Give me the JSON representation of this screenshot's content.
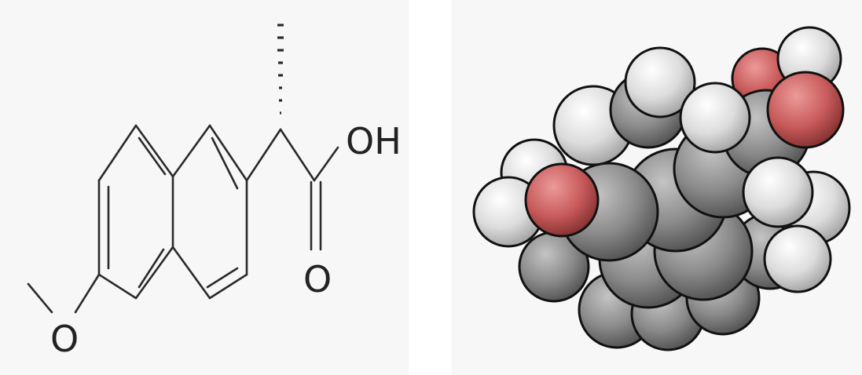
{
  "structure": {
    "atom_labels": {
      "hydroxyl": "OH",
      "carbonyl_oxygen": "O",
      "methoxy_oxygen": "O"
    },
    "colors": {
      "bond": "#2a2a2a"
    }
  },
  "model": {
    "atom_colors": {
      "carbon": "#8a8a8a",
      "hydrogen": "#e2e2e2",
      "oxygen": "#c85a5a"
    }
  }
}
